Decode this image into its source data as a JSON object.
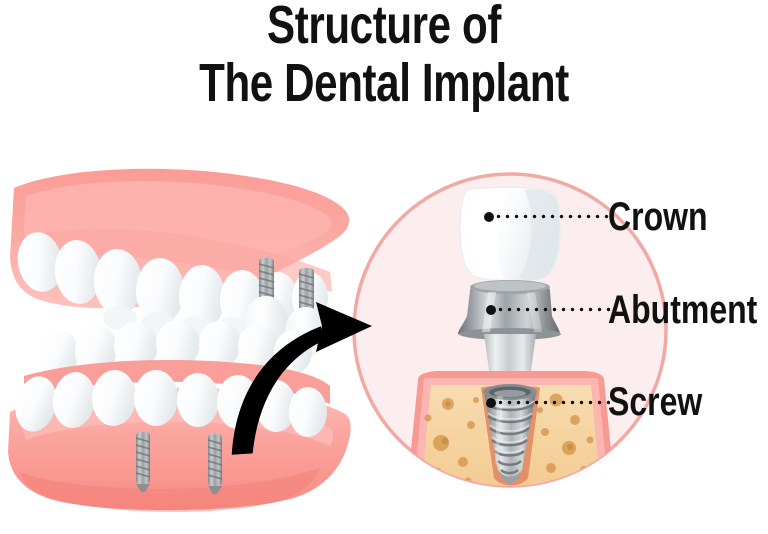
{
  "title": {
    "line1": "Structure of",
    "line2": "The Dental Implant"
  },
  "labels": {
    "crown": "Crown",
    "abutment": "Abutment",
    "screw": "Screw"
  },
  "colors": {
    "gum_pink": "#F98C86",
    "gum_pink_light": "#FDB3AE",
    "gum_pink_pale": "#FCC9C5",
    "tooth_white": "#FFFFFF",
    "tooth_shadow": "#E8ECEE",
    "metal_dark": "#7E8487",
    "metal_mid": "#A9AEB1",
    "metal_light": "#DCE0E2",
    "bone_tan": "#F6D4A2",
    "bone_speckle": "#D79A52",
    "circle_fill": "#FCEEEE",
    "circle_stroke": "#F2A9A4",
    "text_black": "#111111",
    "arrow_black": "#000000"
  },
  "diagram": {
    "magnifier_label": "magnified-implant-cross-section",
    "upper_jaw_label": "upper-jaw-denture",
    "lower_jaw_label": "lower-jaw-denture",
    "pointer_arrow_label": "curved-pointer-arrow",
    "upper_implant_count": 2,
    "lower_implant_count": 2,
    "screw_thread_turns": 7
  }
}
